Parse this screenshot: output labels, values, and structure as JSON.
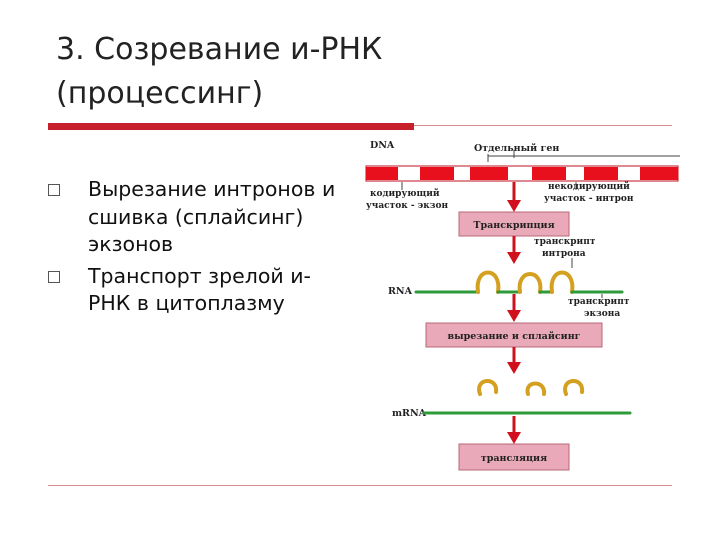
{
  "title": {
    "line1": "3. Созревание и-РНК",
    "line2": "(процессинг)"
  },
  "bullets": [
    "Вырезание интронов и сшивка (сплайсинг) экзонов",
    "Транспорт зрелой и-РНК в цитоплазму"
  ],
  "diagram": {
    "dna_label": "DNA",
    "gene_label": "Отдельный ген",
    "coding_label_1": "кодирующий",
    "coding_label_2": "участок - экзон",
    "noncoding_label_1": "некодирующий",
    "noncoding_label_2": "участок - интрон",
    "transcription": "Транскрипция",
    "intron_transcript_1": "транскрипт",
    "intron_transcript_2": "интрона",
    "rna_label": "RNA",
    "exon_transcript_1": "транскрипт",
    "exon_transcript_2": "экзона",
    "splicing": "вырезание и сплайсинг",
    "mrna_label": "mRNA",
    "translation": "трансляция"
  },
  "colors": {
    "accent_red": "#c8202a",
    "dna_red": "#e8101c",
    "strand_green": "#2f9a3a",
    "arrow_red": "#d0101c",
    "box_pink": "#e9a9b8",
    "intron_loop": "#d4a020",
    "rule_line": "#d78f8f"
  }
}
